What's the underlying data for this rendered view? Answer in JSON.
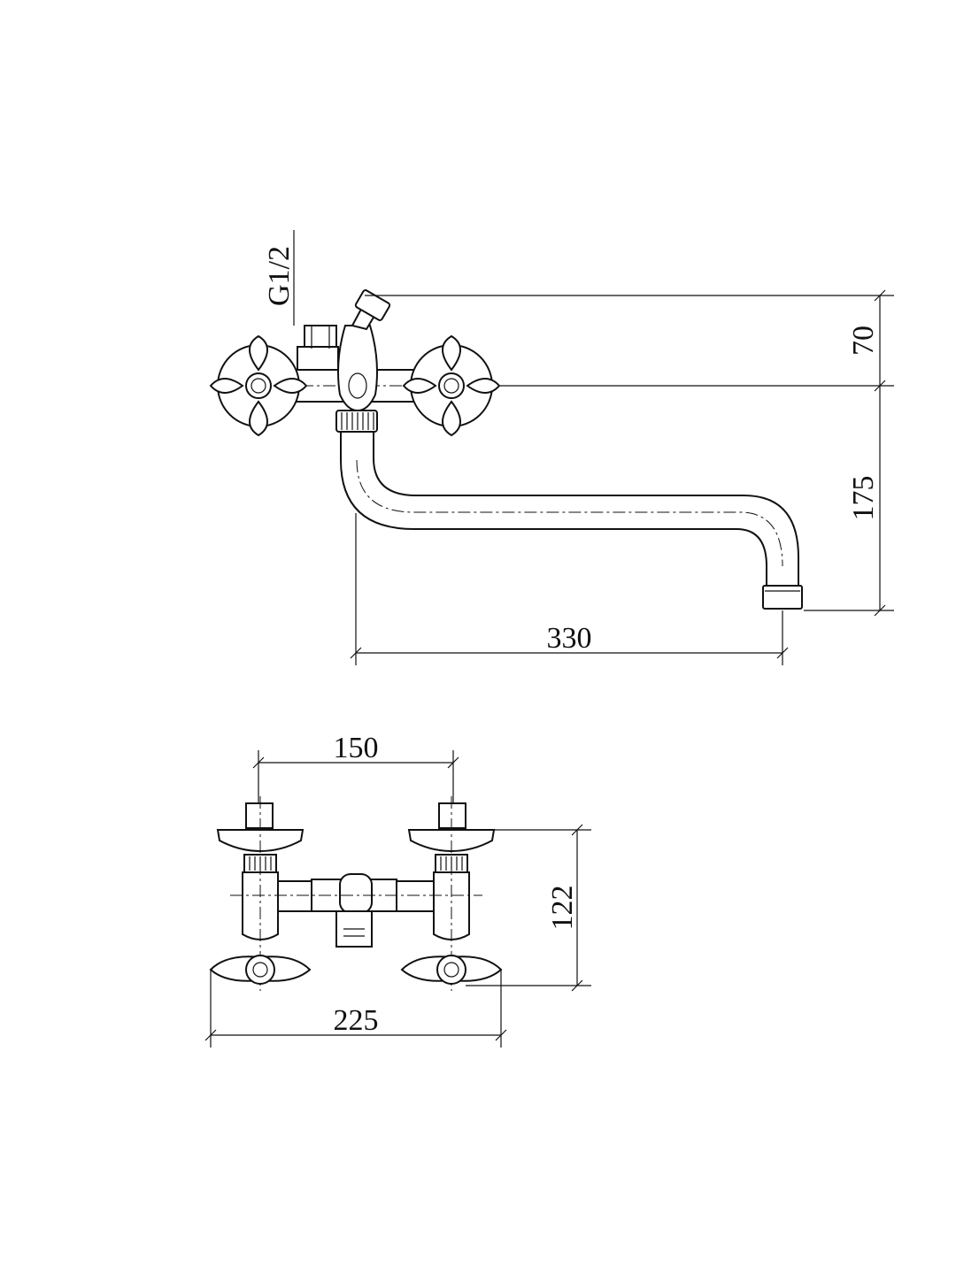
{
  "side_view": {
    "thread_label": "G1/2",
    "height_top_label": "70",
    "height_bottom_label": "175",
    "spout_length_label": "330"
  },
  "top_view": {
    "inlet_spacing_label": "150",
    "overall_width_label": "225",
    "depth_label": "122"
  },
  "colors": {
    "line": "#111111",
    "background": "#ffffff"
  }
}
